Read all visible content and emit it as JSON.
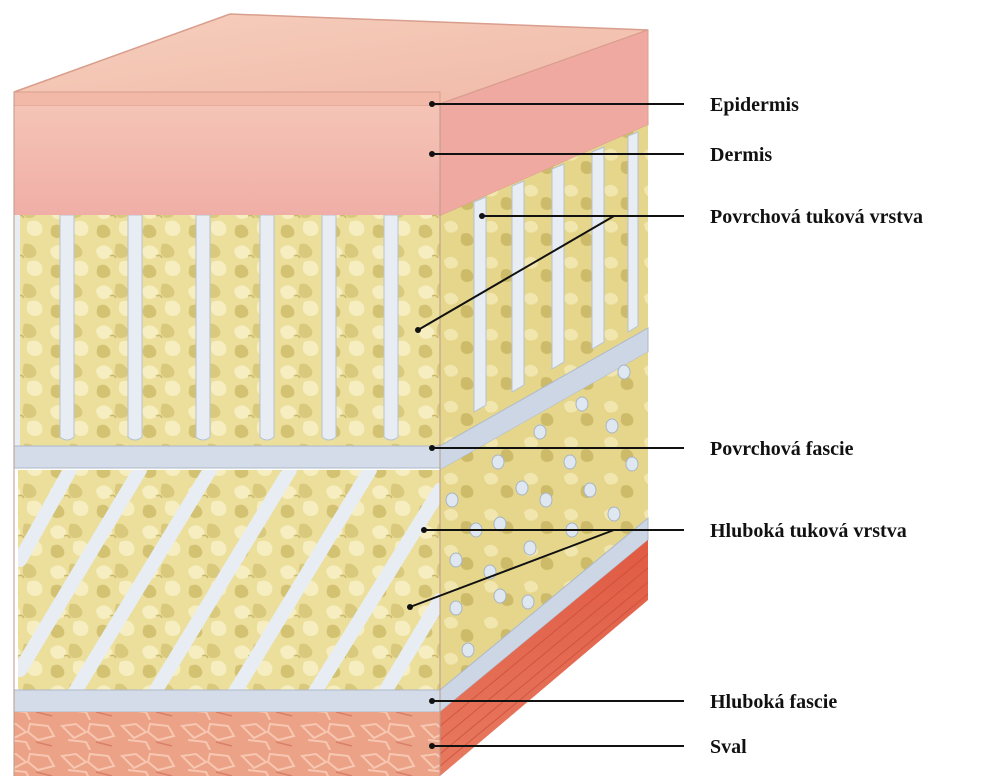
{
  "labels": {
    "epidermis": "Epidermis",
    "dermis": "Dermis",
    "superficial_fat": "Povrchová tuková vrstva",
    "superficial_fascia": "Povrchová fascie",
    "deep_fat": "Hluboká tuková vrstva",
    "deep_fascia": "Hluboká fascie",
    "muscle": "Sval"
  },
  "colors": {
    "epidermis": "#f4c0ae",
    "dermis": "#f2b3ab",
    "fat": "#ecdf9c",
    "fat_shadow": "#d8c878",
    "fat_highlight": "#f7f0c4",
    "septa": "#dde6ef",
    "fascia": "#c8d3e2",
    "muscle": "#e89a80",
    "muscle_side": "#d9573f",
    "leader": "#111111"
  }
}
